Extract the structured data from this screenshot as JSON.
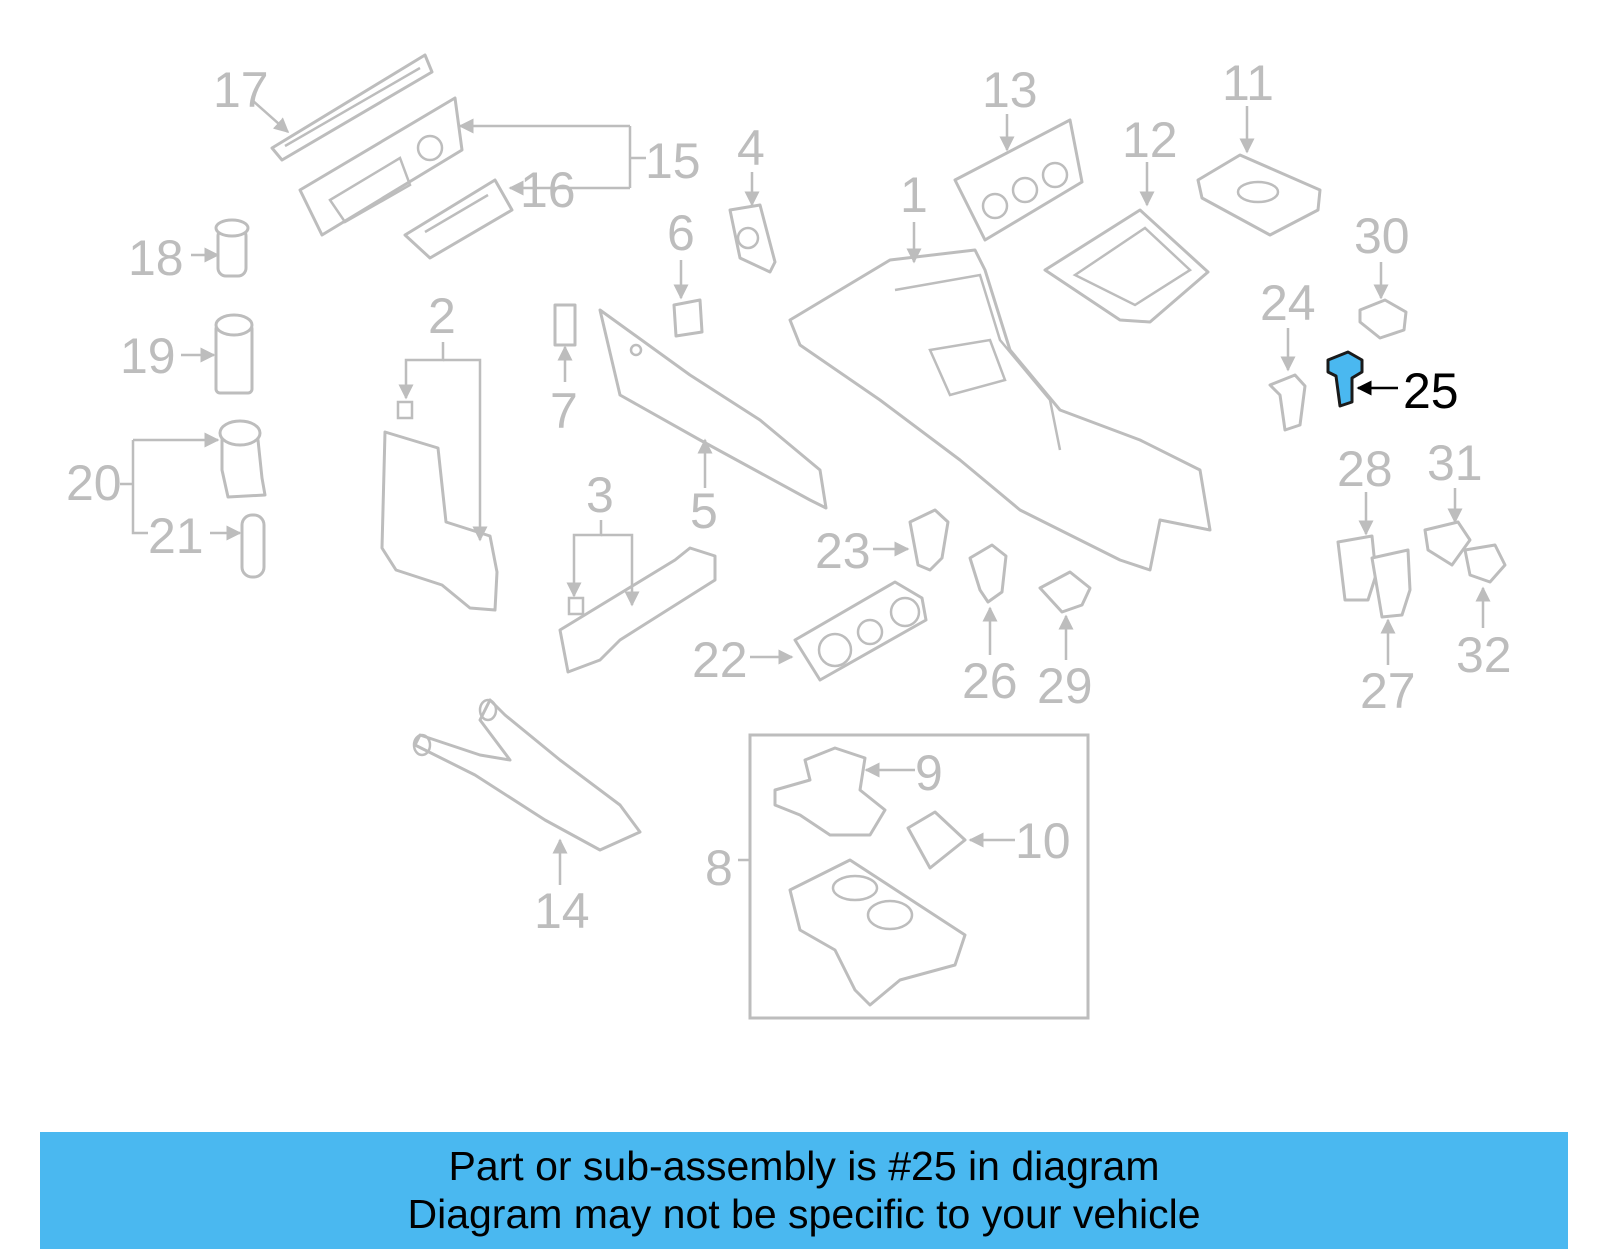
{
  "diagram": {
    "highlight_part": "25",
    "highlight_color": "#4ab8f0",
    "line_color": "#bdbdbd",
    "callouts": {
      "c1": "1",
      "c2": "2",
      "c3": "3",
      "c4": "4",
      "c5": "5",
      "c6": "6",
      "c7": "7",
      "c8": "8",
      "c9": "9",
      "c10": "10",
      "c11": "11",
      "c12": "12",
      "c13": "13",
      "c14": "14",
      "c15": "15",
      "c16": "16",
      "c17": "17",
      "c18": "18",
      "c19": "19",
      "c20": "20",
      "c21": "21",
      "c22": "22",
      "c23": "23",
      "c24": "24",
      "c25": "25",
      "c26": "26",
      "c27": "27",
      "c28": "28",
      "c29": "29",
      "c30": "30",
      "c31": "31",
      "c32": "32"
    }
  },
  "banner": {
    "background": "#4ab8f0",
    "line1": "Part or sub-assembly is #25 in diagram",
    "line2": "Diagram may not be specific to your vehicle"
  }
}
